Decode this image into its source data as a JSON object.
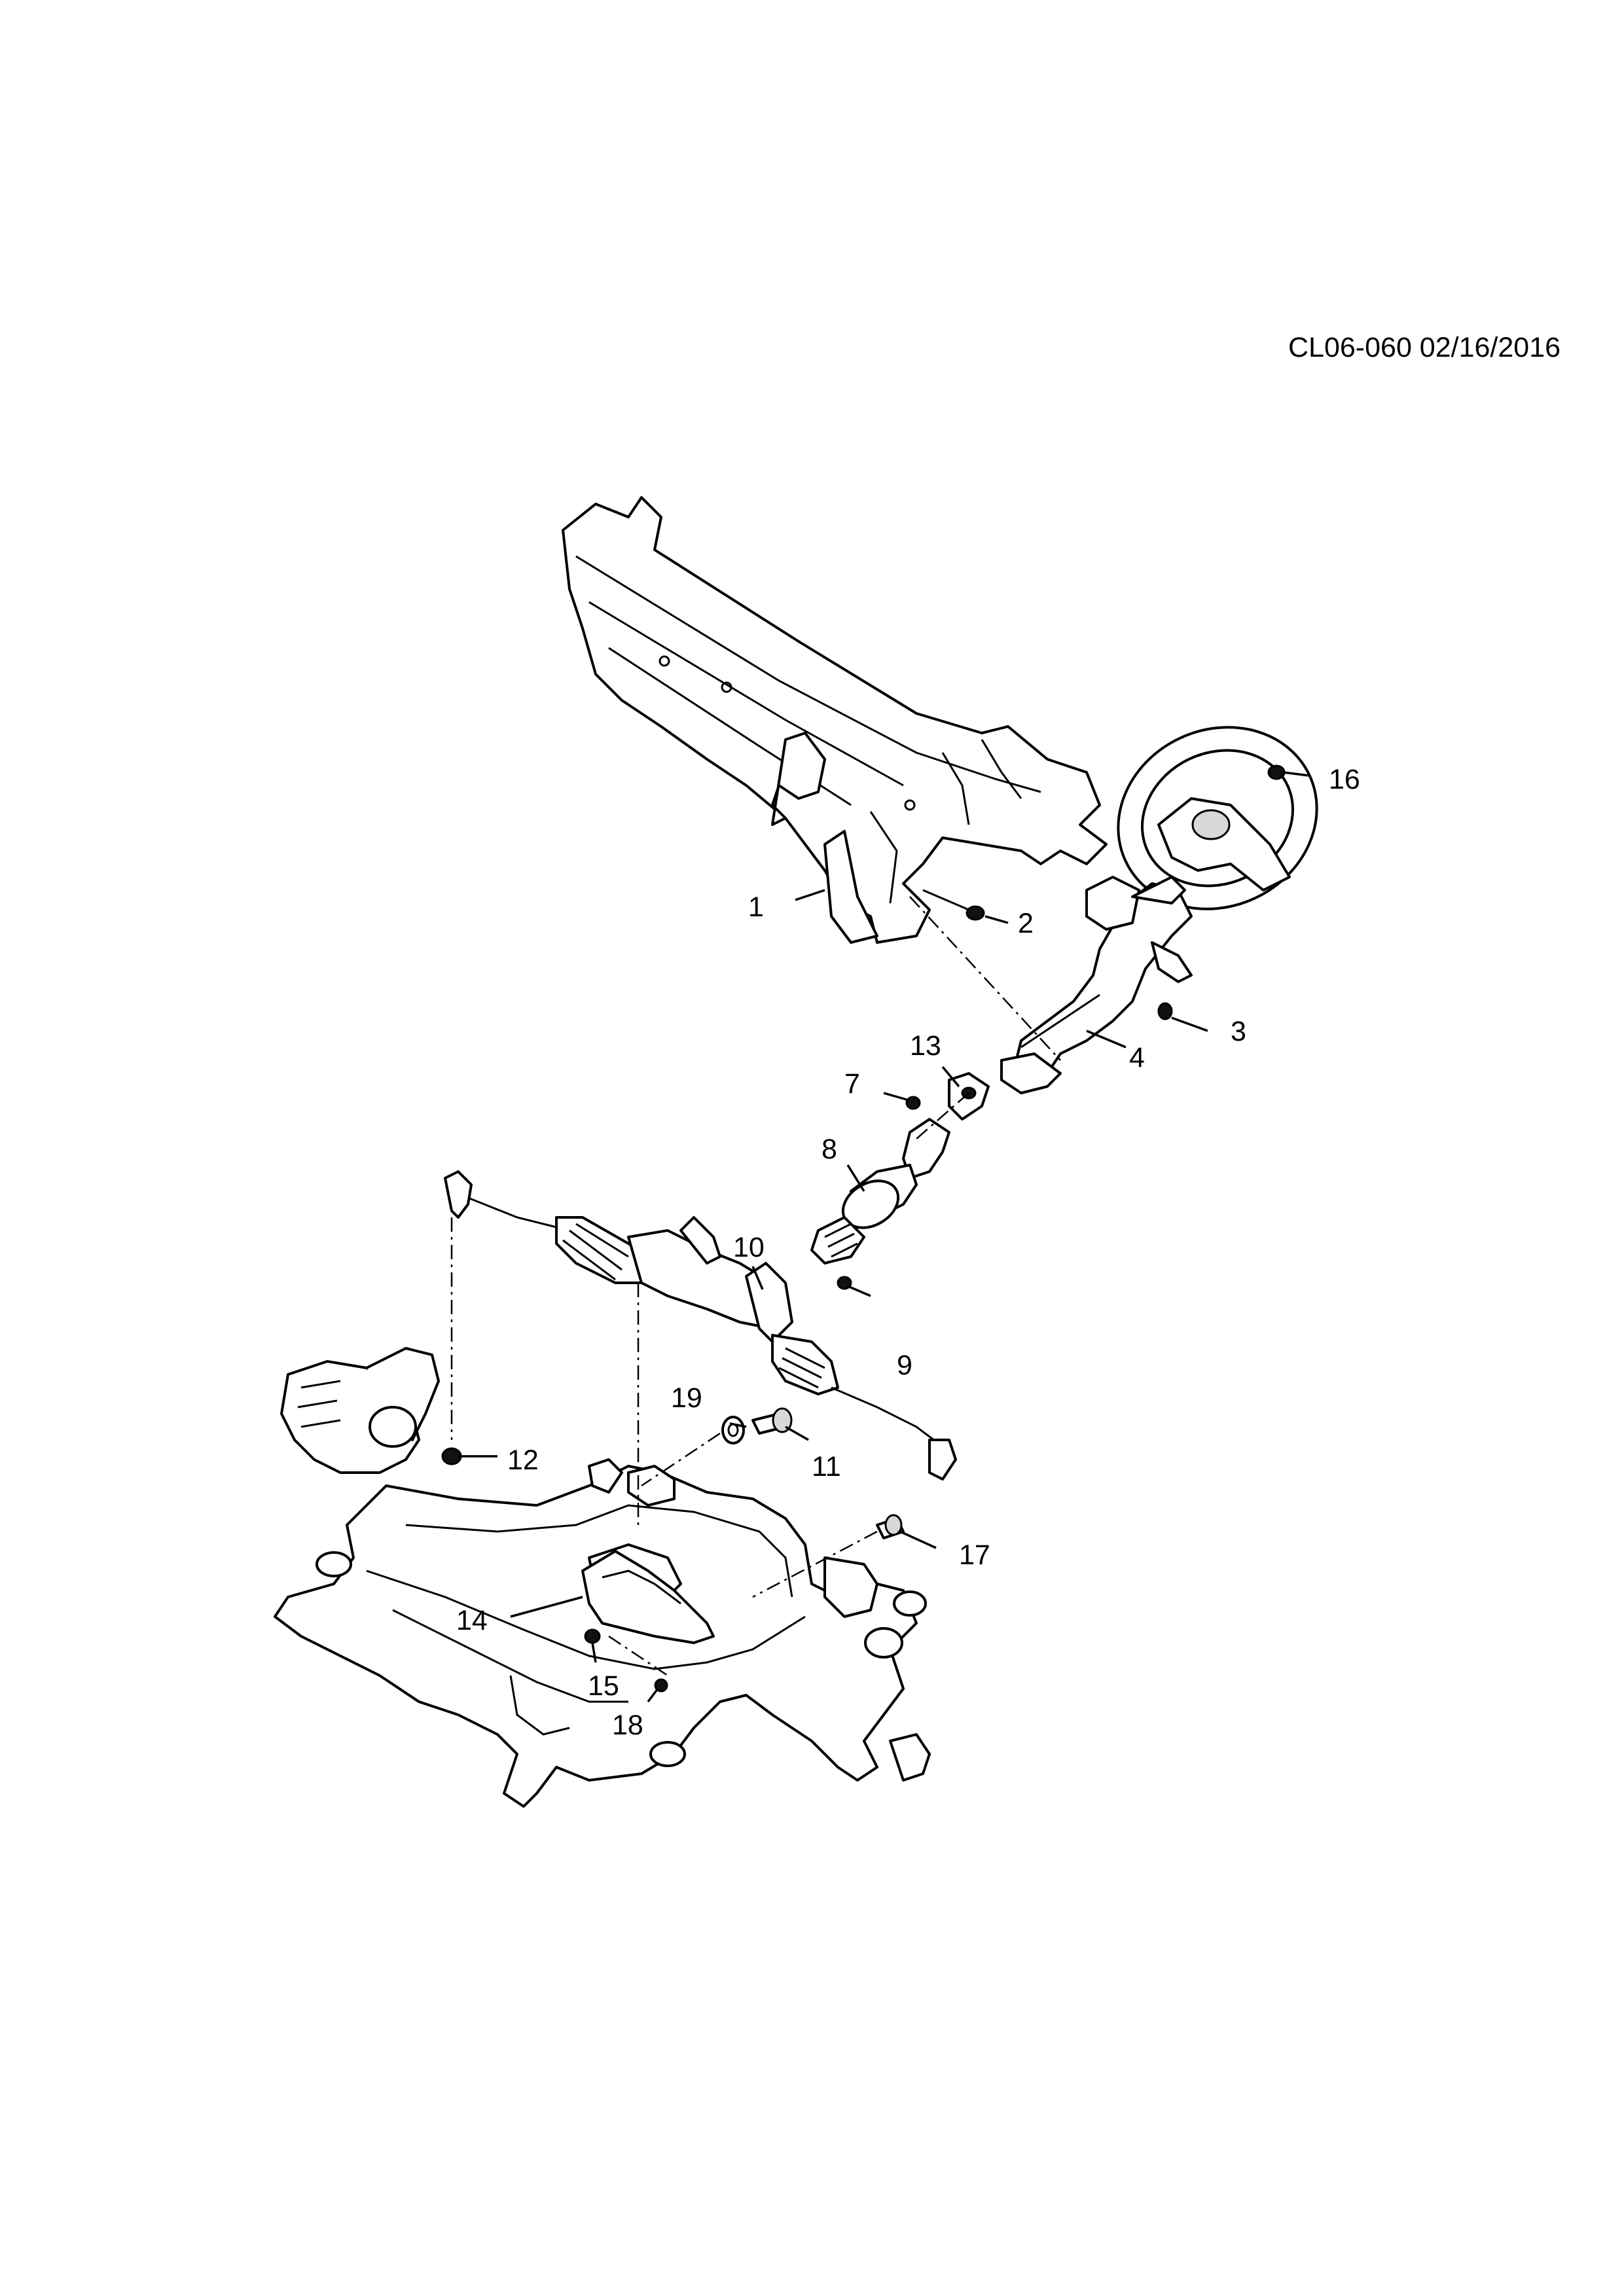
{
  "header": {
    "reference": "CL06-060 02/16/2016"
  },
  "callouts": [
    "1",
    "2",
    "3",
    "4",
    "7",
    "8",
    "9",
    "10",
    "11",
    "12",
    "13",
    "14",
    "15",
    "16",
    "17",
    "18",
    "19"
  ]
}
